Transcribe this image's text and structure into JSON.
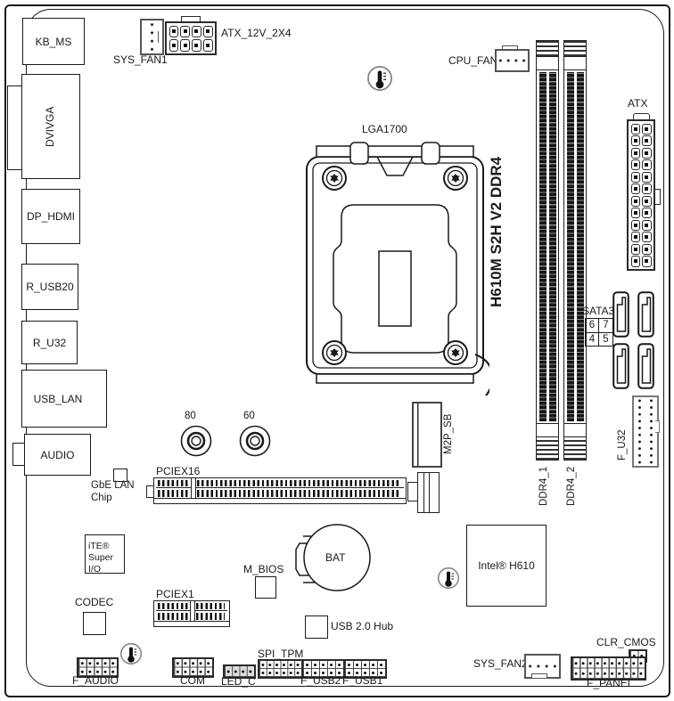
{
  "diagram_title": "H610M S2H V2 DDR4",
  "socket": {
    "label": "LGA1700"
  },
  "rear_ports": {
    "kb_ms": "KB_MS",
    "dvi": "DVI",
    "vga": "VGA",
    "dp_hdmi": "DP_HDMI",
    "r_usb20": "R_USB20",
    "r_u32": "R_U32",
    "usb_lan": "USB_LAN",
    "audio": "AUDIO"
  },
  "connectors": {
    "sys_fan1": "SYS_FAN1",
    "atx_12v": "ATX_12V_2X4",
    "cpu_fan": "CPU_FAN",
    "atx": "ATX",
    "sata3": "SATA3",
    "sata_numbers": {
      "top_left": "6",
      "top_right": "7",
      "bottom_left": "4",
      "bottom_right": "5"
    },
    "f_u32": "F_U32",
    "ddr4_1": "DDR4_1",
    "ddr4_2": "DDR4_2",
    "m2p_sb": "M2P_SB",
    "pciex16": "PCIEX16",
    "pciex1": "PCIEX1",
    "f_audio": "F_AUDIO",
    "com": "COM",
    "led_c": "LED_C",
    "spi_tpm": "SPI_TPM",
    "f_usb2": "F_USB2",
    "f_usb1": "F_USB1",
    "sys_fan2": "SYS_FAN2",
    "clr_cmos": "CLR_CMOS",
    "f_panel": "F_PANEL",
    "bat": "BAT"
  },
  "chips": {
    "gbe_lan_line1": "GbE LAN",
    "gbe_lan_line2": "Chip",
    "ite_line1": "iTE®",
    "ite_line2": "Super I/O",
    "codec": "CODEC",
    "m_bios": "M_BIOS",
    "usb_hub": "USB 2.0 Hub",
    "intel": "Intel® H610"
  },
  "standoff_holes": {
    "h80": "80",
    "h60": "60"
  }
}
